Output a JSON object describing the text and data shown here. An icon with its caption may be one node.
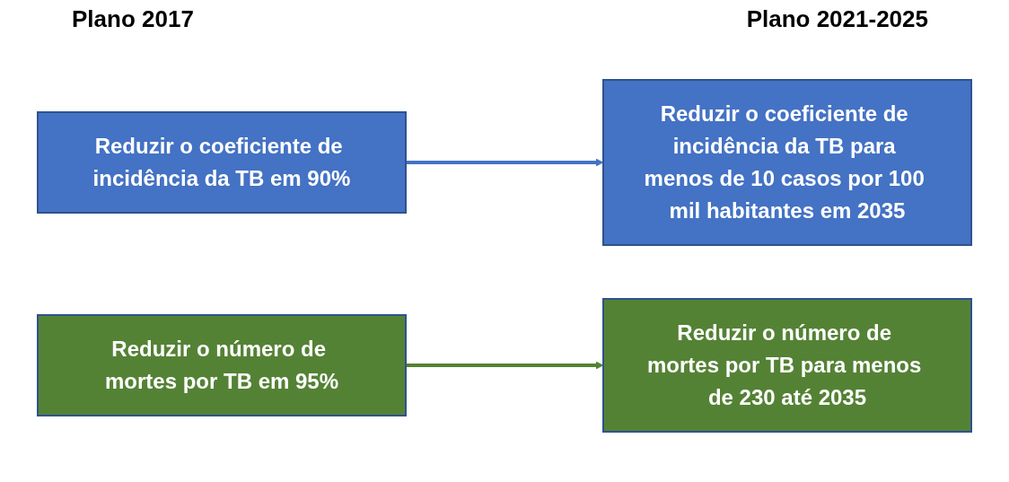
{
  "diagram": {
    "nodes": [
      {
        "text": [
          "Reduzir o coeficiente de incidência da TB em 90%"
        ]
      },
      {
        "text": [
          "Reduzir o coeficiente de incidência da TB para menos de 10 casos por 100 mil habitantes em 2035"
        ]
      },
      {
        "text": [
          "Reduzir o número de mortes por TB em 95%"
        ]
      },
      {
        "text": [
          "Reduzir o número de mortes por TB para menos de 230 até 2035"
        ]
      }
    ],
    "edges": [
      {
        "from": 0,
        "to": 1,
        "arrow": "to",
        "color": "#4472c4"
      },
      {
        "from": 2,
        "to": 3,
        "arrow": "to",
        "color": "#548235"
      }
    ],
    "labels": [
      "Plano 2017",
      "Plano 2021-2025"
    ]
  }
}
